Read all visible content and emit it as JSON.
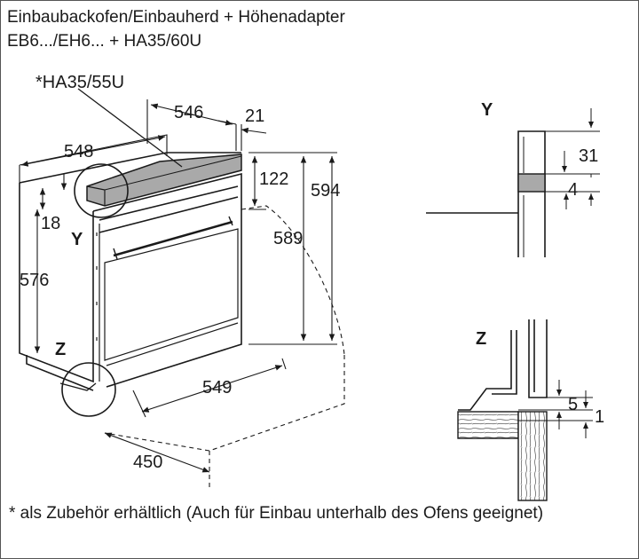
{
  "header": {
    "line1": "Einbaubackofen/Einbauherd + Höhenadapter",
    "line2": "EB6.../EH6... + HA35/60U"
  },
  "diagram": {
    "labels": {
      "accessory": "*HA35/55U",
      "detail_y": "Y",
      "detail_z": "Z",
      "detail_y_ref": "Y",
      "detail_z_ref": "Z"
    },
    "dimensions": {
      "d546": "546",
      "d21": "21",
      "d548": "548",
      "d122": "122",
      "d594": "594",
      "d18": "18",
      "d589": "589",
      "d576": "576",
      "d549": "549",
      "d450": "450",
      "d31": "31",
      "d4": "4",
      "d5": "5",
      "d1": "1"
    }
  },
  "footnote": "* als Zubehör erhältlich (Auch für Einbau unterhalb des Ofens geeignet)"
}
